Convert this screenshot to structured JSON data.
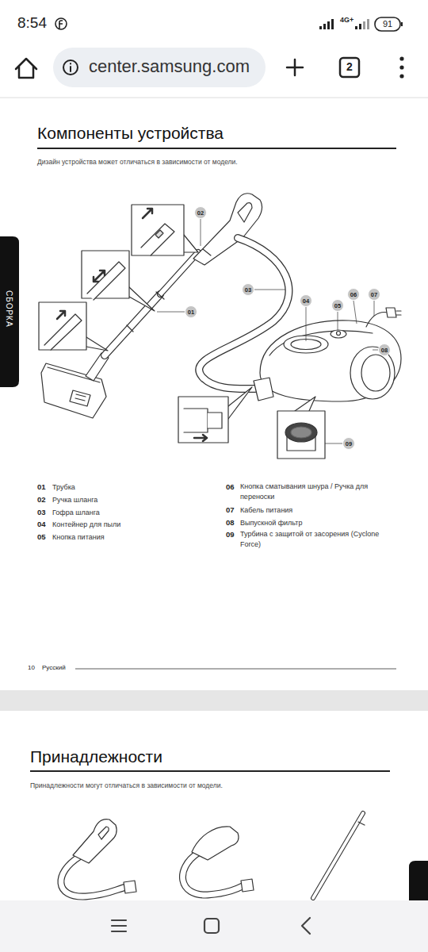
{
  "diagram": {
    "title": "Компоненты устройства",
    "nodes": [
      {
        "text": [
          "01"
        ]
      },
      {
        "text": [
          "02"
        ]
      },
      {
        "text": [
          "03"
        ]
      },
      {
        "text": [
          "04"
        ]
      },
      {
        "text": [
          "05"
        ]
      },
      {
        "text": [
          "06"
        ]
      },
      {
        "text": [
          "07"
        ]
      },
      {
        "text": [
          "08"
        ]
      },
      {
        "text": [
          "09"
        ]
      }
    ],
    "edges": [],
    "labels": [
      "8:54",
      "4G+",
      "91",
      "center.samsung.com",
      "2",
      "СБОРКА",
      "Дизайн устройства может отличаться в зависимости от модели.",
      "01",
      "Трубка",
      "02",
      "Ручка шланга",
      "03",
      "Гофра шланга",
      "04",
      "Контейнер для пыли",
      "05",
      "Кнопка питания",
      "06",
      "Кнопка сматывания шнура / Ручка для переноски",
      "07",
      "Кабель питания",
      "08",
      "Выпускной фильтр",
      "09",
      "Турбина с защитой от засорения (Cyclone Force)",
      "10",
      "Русский",
      "Принадлежности",
      "Принадлежности могут отличаться в зависимости от модели."
    ]
  }
}
